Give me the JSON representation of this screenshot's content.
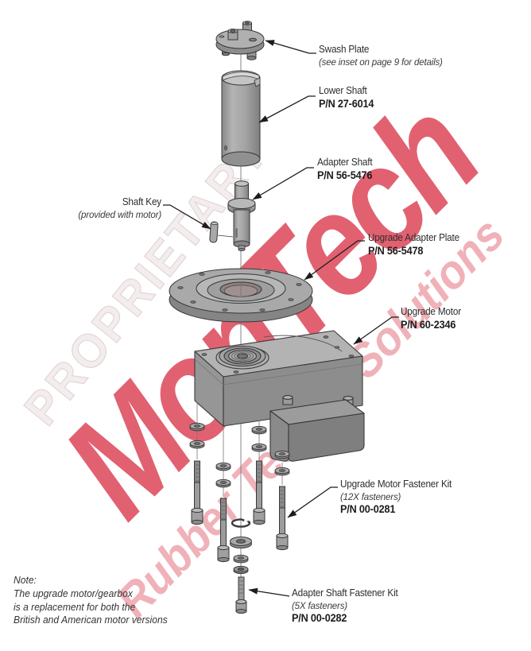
{
  "watermark": {
    "proprietary": "PROPRIETARY",
    "brand": "MonTech",
    "tagline": "Rubber Testing Solutions",
    "red": "#d0021b"
  },
  "callouts": {
    "swash_plate": {
      "title": "Swash Plate",
      "note": "(see inset on page 9 for details)"
    },
    "lower_shaft": {
      "title": "Lower Shaft",
      "pn": "P/N 27-6014"
    },
    "adapter_shaft": {
      "title": "Adapter Shaft",
      "pn": "P/N 56-5476"
    },
    "shaft_key": {
      "title": "Shaft Key",
      "note": "(provided with motor)"
    },
    "upgrade_adapter_plate": {
      "title": "Upgrade Adapter Plate",
      "pn": "P/N 56-5478"
    },
    "upgrade_motor": {
      "title": "Upgrade Motor",
      "pn": "P/N 60-2346"
    },
    "upgrade_motor_fastener_kit": {
      "title": "Upgrade Motor Fastener Kit",
      "note": "(12X fasteners)",
      "pn": "P/N 00-0281"
    },
    "adapter_shaft_fastener_kit": {
      "title": "Adapter Shaft Fastener Kit",
      "note": "(5X fasteners)",
      "pn": "P/N 00-0282"
    }
  },
  "note": {
    "heading": "Note:",
    "line1": "The upgrade motor/gearbox",
    "line2": "is a replacement for both the",
    "line3": "British and American motor versions"
  },
  "colors": {
    "part_gray": "#9a9a9a",
    "line": "#2f2f2f"
  }
}
